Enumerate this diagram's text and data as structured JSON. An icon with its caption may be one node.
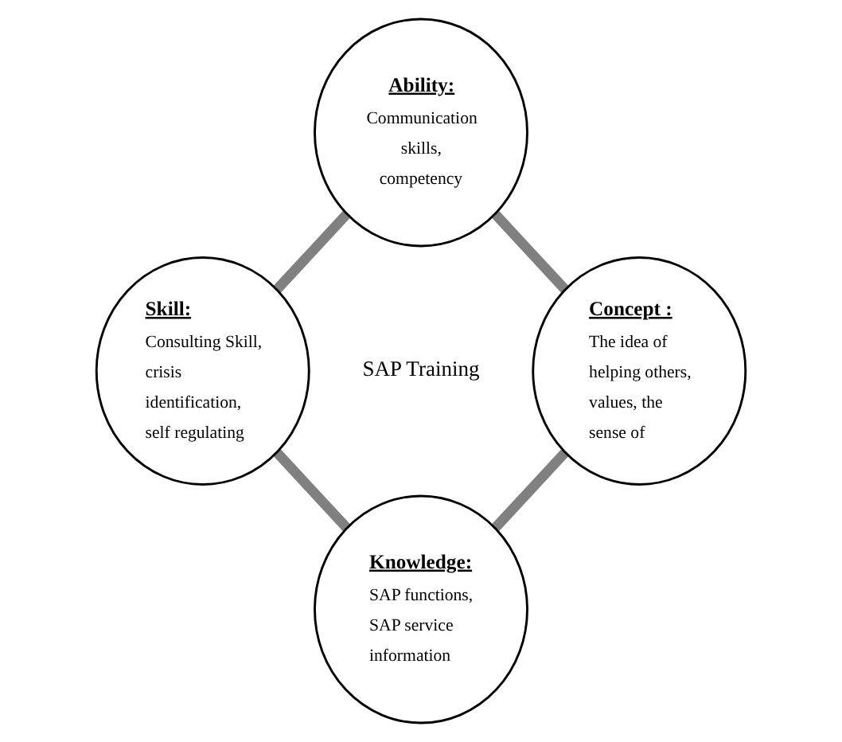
{
  "diagram": {
    "nodes": [
      {
        "text": [
          "Ability:",
          "Communication skills, competency"
        ]
      },
      {
        "text": [
          "Skill:",
          "Consulting Skill, crisis identification, self regulating"
        ]
      },
      {
        "text": [
          "Concept :",
          "The idea of helping others, values, the sense of"
        ]
      },
      {
        "text": [
          "Knowledge:",
          "SAP functions, SAP service information"
        ]
      }
    ],
    "edges": [
      {
        "from": 0,
        "to": 1,
        "arrow": "none",
        "color": "#808080"
      },
      {
        "from": 0,
        "to": 2,
        "arrow": "none",
        "color": "#808080"
      },
      {
        "from": 1,
        "to": 3,
        "arrow": "none",
        "color": "#808080"
      },
      {
        "from": 2,
        "to": 3,
        "arrow": "none",
        "color": "#808080"
      }
    ],
    "labels": [
      "SAP Training"
    ]
  }
}
